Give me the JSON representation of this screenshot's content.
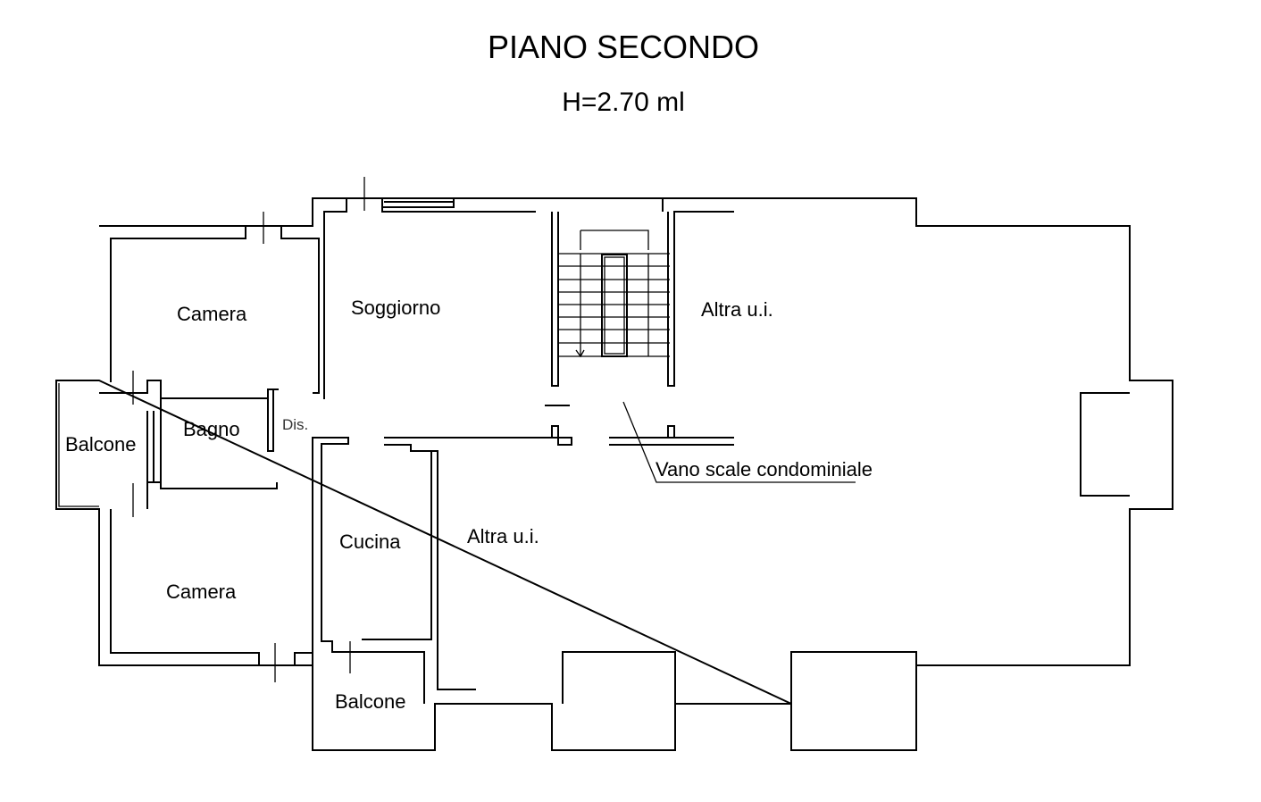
{
  "header": {
    "title": "PIANO SECONDO",
    "height_label": "H=2.70 ml"
  },
  "rooms": {
    "camera_top": "Camera",
    "camera_bottom": "Camera",
    "soggiorno": "Soggiorno",
    "bagno": "Bagno",
    "disimpegno": "Dis.",
    "balcone_left": "Balcone",
    "balcone_bottom": "Balcone",
    "cucina": "Cucina",
    "altra_ui_top": "Altra u.i.",
    "altra_ui_bottom": "Altra u.i.",
    "vano_scale": "Vano scale condominiale"
  },
  "colors": {
    "line": "#000000",
    "background": "#ffffff"
  }
}
